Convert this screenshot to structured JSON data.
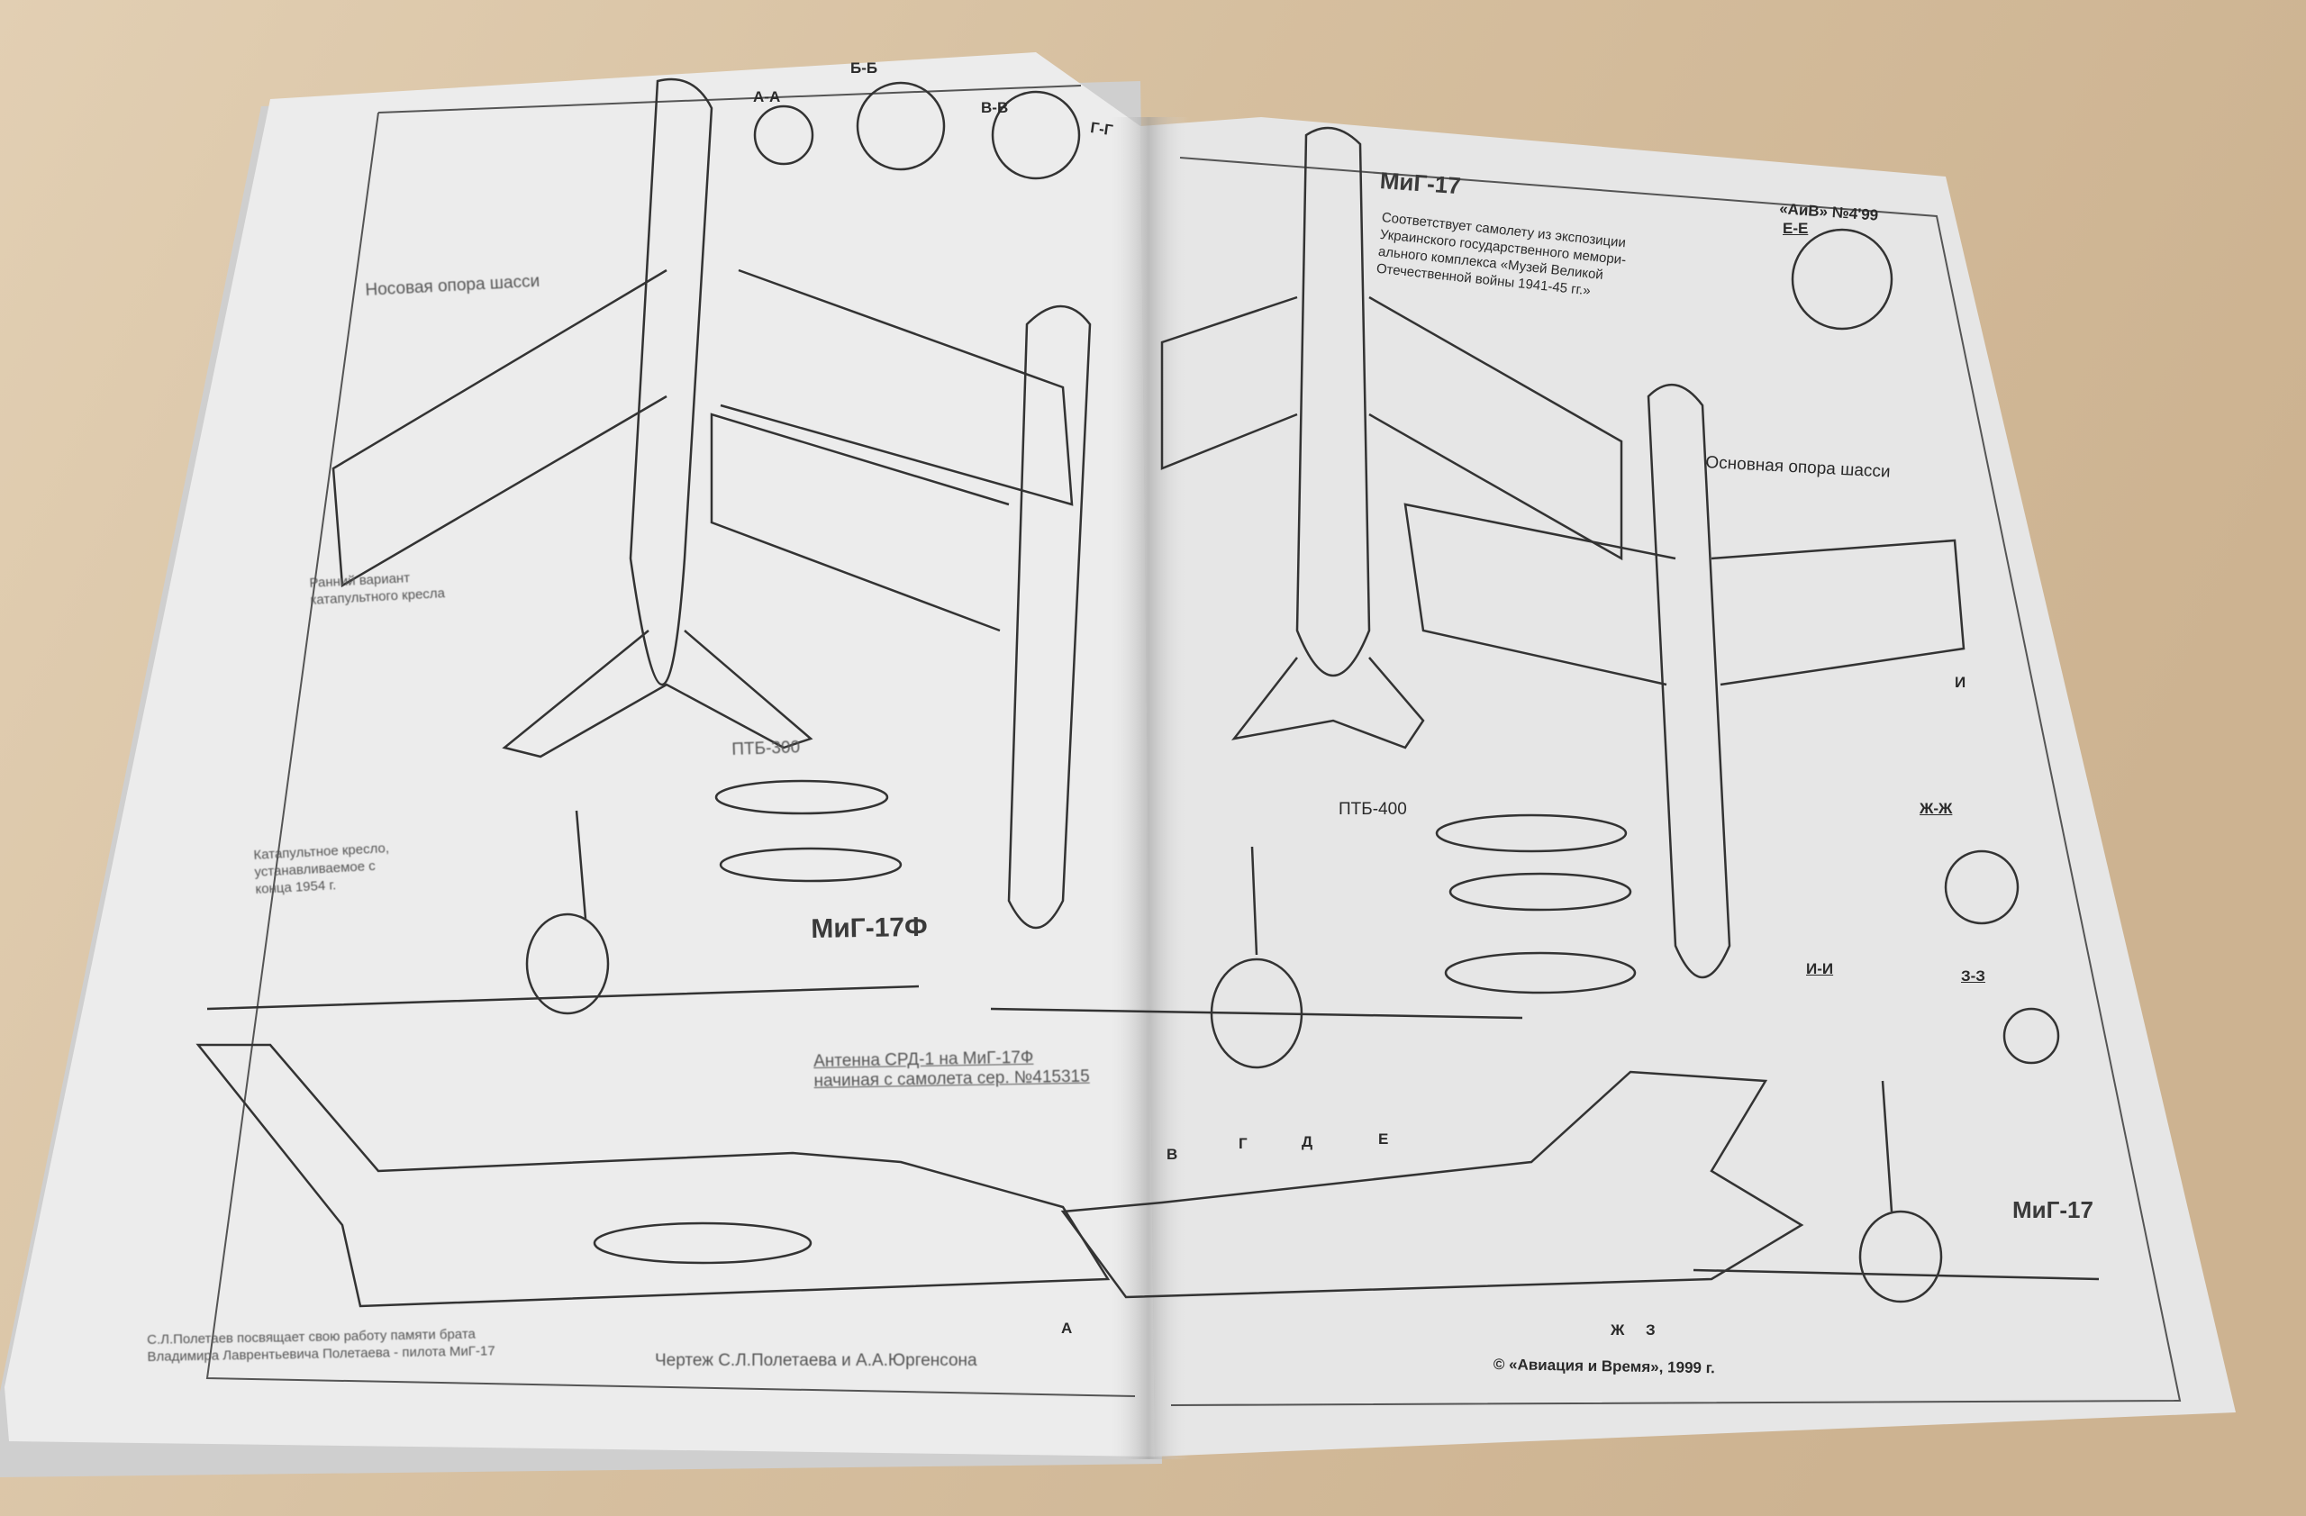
{
  "left_page": {
    "nose_gear_label": "Носовая опора шасси",
    "early_seat_label": [
      "Ранний вариант",
      "катапультного кресла"
    ],
    "seat_label": [
      "Катапультное кресло,",
      "устанавливаемое с",
      "конца 1954 г."
    ],
    "tank_label": "ПТБ-300",
    "model_title": "МиГ-17Ф",
    "antenna_note": [
      "Антенна СРД-1 на МиГ-17Ф",
      "начиная с самолета сер. №415315"
    ],
    "dedication": [
      "С.Л.Полетаев посвящает свою работу памяти брата",
      "Владимира Лаврентьевича Полетаева - пилота МиГ-17"
    ],
    "credit": "Чертеж С.Л.Полетаева и А.А.Юргенсона",
    "sections": [
      "А-А",
      "Б-Б",
      "В-В",
      "Г-Г"
    ]
  },
  "right_page": {
    "model_title": "МиГ-17",
    "description": [
      "Соответствует самолету из экспозиции",
      "Украинского государственного мемори-",
      "ального комплекса «Музей Великой",
      "Отечественной войны 1941-45 гг.»"
    ],
    "issue": "«АиВ» №4'99",
    "section_ee": "Е-Е",
    "main_gear_label": "Основная опора шасси",
    "tank_label": "ПТБ-400",
    "section_zhzh": "Ж-Ж",
    "section_ii": "И-И",
    "section_zz": "З-З",
    "model_title_bottom": "МиГ-17",
    "copyright": "© «Авиация и Время», 1999 г.",
    "station_marks": [
      "А",
      "В",
      "Г",
      "Д",
      "Е",
      "Ж",
      "З",
      "И"
    ]
  }
}
